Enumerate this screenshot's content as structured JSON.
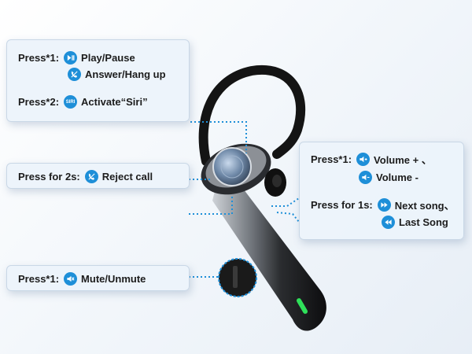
{
  "panels": {
    "top_left": {
      "rows": [
        {
          "prefix": "Press*1:",
          "icon": "play-pause-icon",
          "label": "Play/Pause"
        },
        {
          "prefix": "",
          "icon": "phone-icon",
          "label": "Answer/Hang up"
        },
        {
          "prefix": "Press*2:",
          "icon": "siri-icon",
          "icon_text": "SIRI",
          "label": "Activate“Siri”"
        }
      ]
    },
    "middle_left": {
      "prefix": "Press for 2s:",
      "icon": "reject-call-icon",
      "label": "Reject call"
    },
    "bottom_left": {
      "prefix": "Press*1:",
      "icon": "mute-icon",
      "label": "Mute/Unmute"
    },
    "right": {
      "rows": [
        {
          "prefix": "Press*1:",
          "icon": "volume-up-icon",
          "label": "Volume + 、"
        },
        {
          "prefix": "",
          "icon": "volume-down-icon",
          "label": "Volume -"
        },
        {
          "prefix": "Press for 1s:",
          "icon": "next-song-icon",
          "label": "Next song、"
        },
        {
          "prefix": "",
          "icon": "previous-song-icon",
          "label": "Last Song"
        }
      ]
    }
  },
  "colors": {
    "accent": "#1e8fd8",
    "led": "#2fe05a",
    "body": "#1a1a1a"
  }
}
